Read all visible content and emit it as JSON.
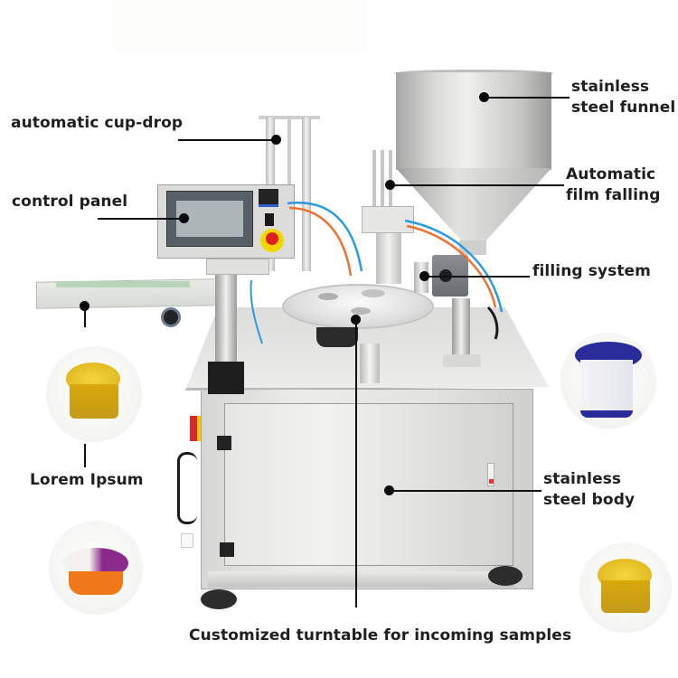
{
  "diagram": {
    "subject": "rotary cup filling and sealing machine",
    "callouts": [
      {
        "id": "cup-drop",
        "text": "automatic cup-drop"
      },
      {
        "id": "control-panel",
        "text": "control panel"
      },
      {
        "id": "funnel",
        "line1": "stainless",
        "line2": "steel funnel"
      },
      {
        "id": "film-falling",
        "line1": "Automatic",
        "line2": "film falling"
      },
      {
        "id": "filling-system",
        "text": "filling system"
      },
      {
        "id": "conveyor",
        "text": "Lorem Ipsum"
      },
      {
        "id": "body",
        "line1": "stainless",
        "line2": "steel body"
      },
      {
        "id": "turntable",
        "text": "Customized turntable for incoming samples"
      }
    ],
    "product_samples": [
      {
        "id": "gold-foil-cup-left",
        "description": "gold foil sealed square cups"
      },
      {
        "id": "blue-lid-cup",
        "description": "tall cup with blue sealed lid"
      },
      {
        "id": "orange-bowl",
        "description": "orange bowl with purple printed film"
      },
      {
        "id": "gold-foil-cup-right",
        "description": "gold foil sealed square cups"
      }
    ],
    "colors": {
      "text": "#1f1f1f",
      "leader": "#111111",
      "steel_light": "#e4e4e2",
      "steel_mid": "#c8c8c6",
      "steel_dark": "#9c9c9a",
      "estop_red": "#e02020",
      "estop_yellow": "#f2d600",
      "tube_blue": "#2a9be0",
      "tube_orange": "#f07030",
      "gold": "#e2b414",
      "cup_blue": "#2a2c9c",
      "bowl_orange": "#f07818",
      "film_purple": "#8a2a8a"
    }
  }
}
